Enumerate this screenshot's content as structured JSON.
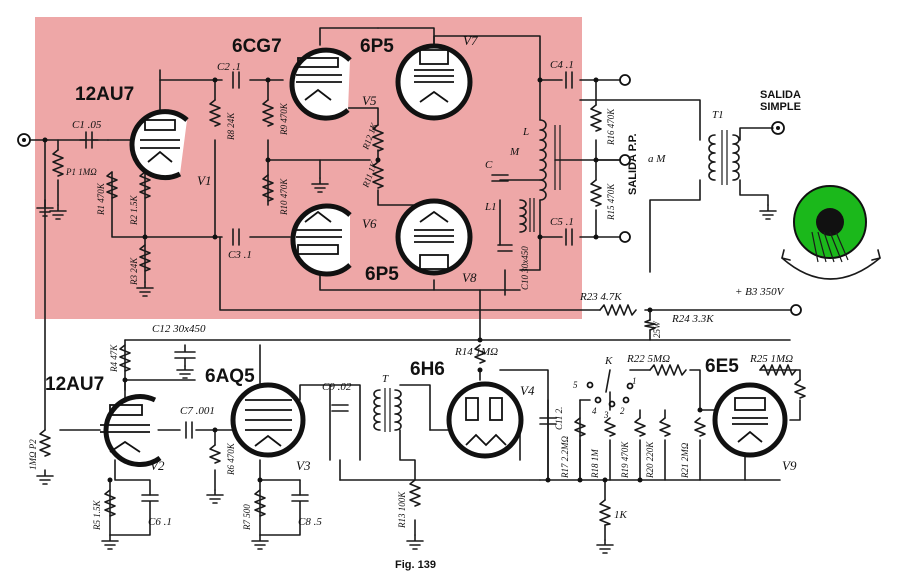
{
  "colors": {
    "highlight": "#e88a8a",
    "tuning_eye_green": "#1bb81b",
    "ink": "#111111"
  },
  "tubes": {
    "v1": "12AU7",
    "v2": "12AU7",
    "v5": "6CG7",
    "v7_top": "6P5",
    "v8_bottom": "6P5",
    "v3": "6AQ5",
    "v4": "6H6",
    "v9": "6E5"
  },
  "tube_ids": {
    "v1": "V1",
    "v2": "V2",
    "v3": "V3",
    "v4": "V4",
    "v5": "V5",
    "v6": "V6",
    "v7": "V7",
    "v8": "V8",
    "v9": "V9"
  },
  "components": {
    "c1": "C1 .05",
    "p1": "P1 1MΩ",
    "r1": "R1 470K",
    "r2": "R2 1.5K",
    "r3": "R3 24K",
    "c2": "C2 .1",
    "c3": "C3 .1",
    "r8": "R8 24K",
    "r9": "R9 470K",
    "r10": "R10 470K",
    "r12": "R12 1K",
    "r11": "R11 1K",
    "c4": "C4 .1",
    "c5": "C5 .1",
    "r16": "R16 470K",
    "r15": "R15 470K",
    "c": "C",
    "l": "L",
    "m": "M",
    "l1": "L1",
    "c10": "C10 30x450",
    "r23": "R23 4.7K",
    "b3": "+ B3  350V",
    "r24": "R24 3.3K",
    "w25": "25W",
    "c12": "C12 30x450",
    "r4": "R4 47K",
    "p2": "1MΩ P2",
    "c7": "C7 .001",
    "r6": "R6 470K",
    "r5": "R5 1.5K",
    "c6": "C6 .1",
    "r7": "R7 500",
    "c8": "C8 .5",
    "c9": "C9 .02",
    "t": "T",
    "r14": "R14 1MΩ",
    "r13": "R13 100K",
    "c11": "C11 2.",
    "k": "K",
    "r22": "R22 5MΩ",
    "r25": "R25 1MΩ",
    "r17": "R17 2.2MΩ",
    "r18": "R18 1M",
    "r19": "R19 470K",
    "r20": "R20 220K",
    "r21": "R21 2MΩ",
    "r1k": "1K",
    "t1": "T1",
    "am": "a M",
    "sw1": "1",
    "sw2": "2",
    "sw3": "3",
    "sw4": "4",
    "sw5": "5"
  },
  "labels": {
    "salida_simple_1": "SALIDA",
    "salida_simple_2": "SIMPLE",
    "salida_pp": "SALIDA P.P."
  },
  "caption": "Fig. 139"
}
